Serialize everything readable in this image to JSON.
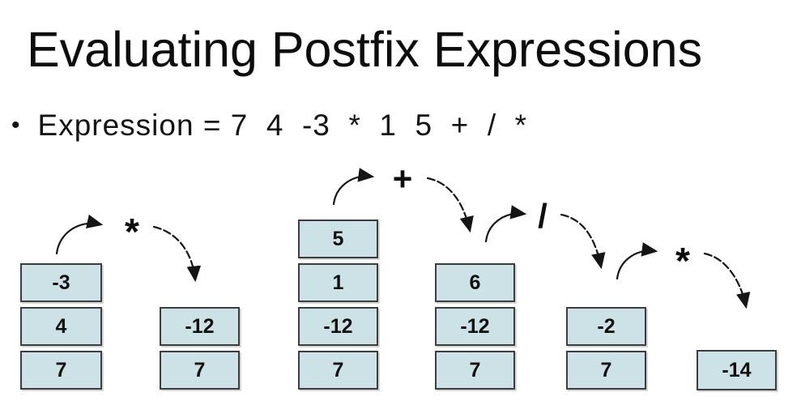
{
  "slide": {
    "title": "Evaluating Postfix Expressions",
    "bullet_glyph": "•",
    "expression": "Expression = 7  4  -3  *  1  5  +  /  *"
  },
  "colors": {
    "box_fill": "#cde2e6",
    "box_border": "#3d3d3d",
    "text": "#111111",
    "background": "#ffffff"
  },
  "diagram": {
    "operators": [
      "*",
      "+",
      "/",
      "*"
    ],
    "stacks": [
      {
        "label": "stack-step-1",
        "cells": [
          "-3",
          "4",
          "7"
        ]
      },
      {
        "label": "stack-step-2",
        "cells": [
          "-12",
          "7"
        ]
      },
      {
        "label": "stack-step-3",
        "cells": [
          "5",
          "1",
          "-12",
          "7"
        ]
      },
      {
        "label": "stack-step-4",
        "cells": [
          "6",
          "-12",
          "7"
        ]
      },
      {
        "label": "stack-step-5",
        "cells": [
          "-2",
          "7"
        ]
      },
      {
        "label": "stack-step-6",
        "cells": [
          "-14"
        ]
      }
    ]
  }
}
